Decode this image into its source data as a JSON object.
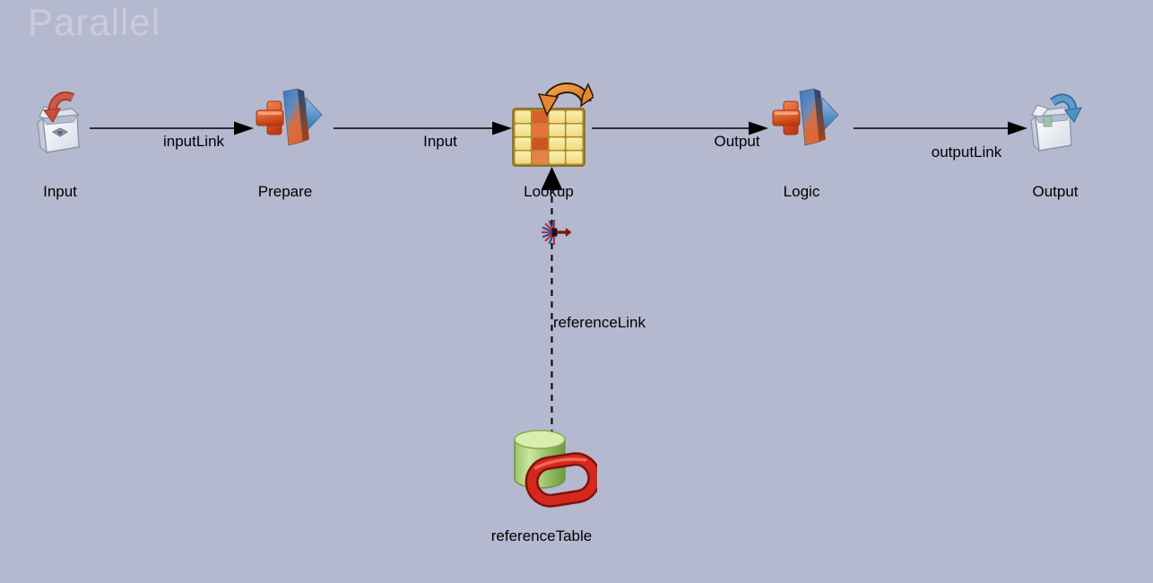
{
  "canvas": {
    "watermark": "Parallel",
    "background_color": "#b4b9cf",
    "watermark_color": "#c9cdda",
    "link_color": "#000000"
  },
  "stages": [
    {
      "label": "Input",
      "type": "data-set-source",
      "icon": "open-box-red-arrow-icon"
    },
    {
      "label": "Prepare",
      "type": "transformer",
      "icon": "transformer-icon"
    },
    {
      "label": "Lookup",
      "type": "lookup",
      "icon": "lookup-table-icon"
    },
    {
      "label": "Logic",
      "type": "transformer",
      "icon": "transformer-icon"
    },
    {
      "label": "Output",
      "type": "data-set-target",
      "icon": "open-box-blue-arrow-icon"
    },
    {
      "label": "referenceTable",
      "type": "oracle-database",
      "icon": "database-ring-icon"
    }
  ],
  "links": [
    {
      "label": "inputLink",
      "from": "Input",
      "to": "Prepare",
      "line": "solid"
    },
    {
      "label": "Input",
      "from": "Prepare",
      "to": "Lookup",
      "line": "solid"
    },
    {
      "label": "Output",
      "from": "Lookup",
      "to": "Logic",
      "line": "solid"
    },
    {
      "label": "outputLink",
      "from": "Logic",
      "to": "Output",
      "line": "solid"
    },
    {
      "label": "referenceLink",
      "from": "referenceTable",
      "to": "Lookup",
      "line": "dashed"
    }
  ]
}
